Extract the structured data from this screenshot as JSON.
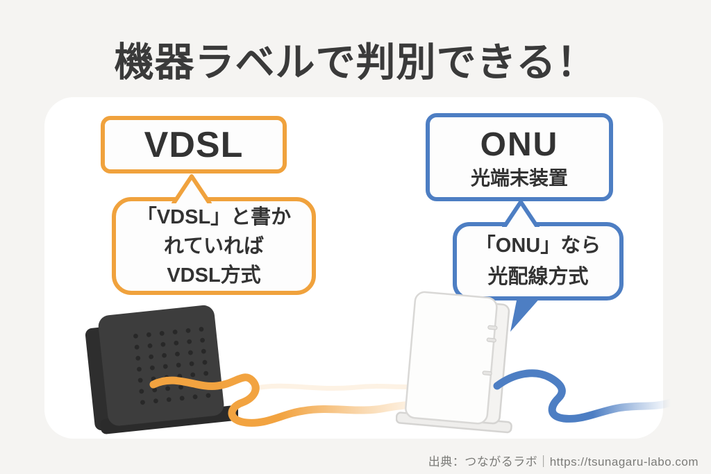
{
  "page": {
    "title": "機器ラベルで判別できる！",
    "source_credit": "出典：つながるラボ｜https://tsunagaru-labo.com"
  },
  "colors": {
    "background": "#F5F4F2",
    "card": "#FFFFFF",
    "vdsl_accent_orange": "#F0A23D",
    "onu_accent_blue": "#4D7EC3",
    "text_dark": "#333333",
    "footer_gray": "#7B7B78",
    "vdsl_device_body": "#3D3D3D",
    "onu_device_body": "#FDFDFC"
  },
  "vdsl_section": {
    "label": "VDSL",
    "bubble_lines": [
      "「VDSL」と書か",
      "れていれば",
      "VDSL方式"
    ]
  },
  "onu_section": {
    "label": "ONU",
    "sublabel": "光端末装置",
    "bubble_lines": [
      "「ONU」なら",
      "光配線方式"
    ]
  }
}
